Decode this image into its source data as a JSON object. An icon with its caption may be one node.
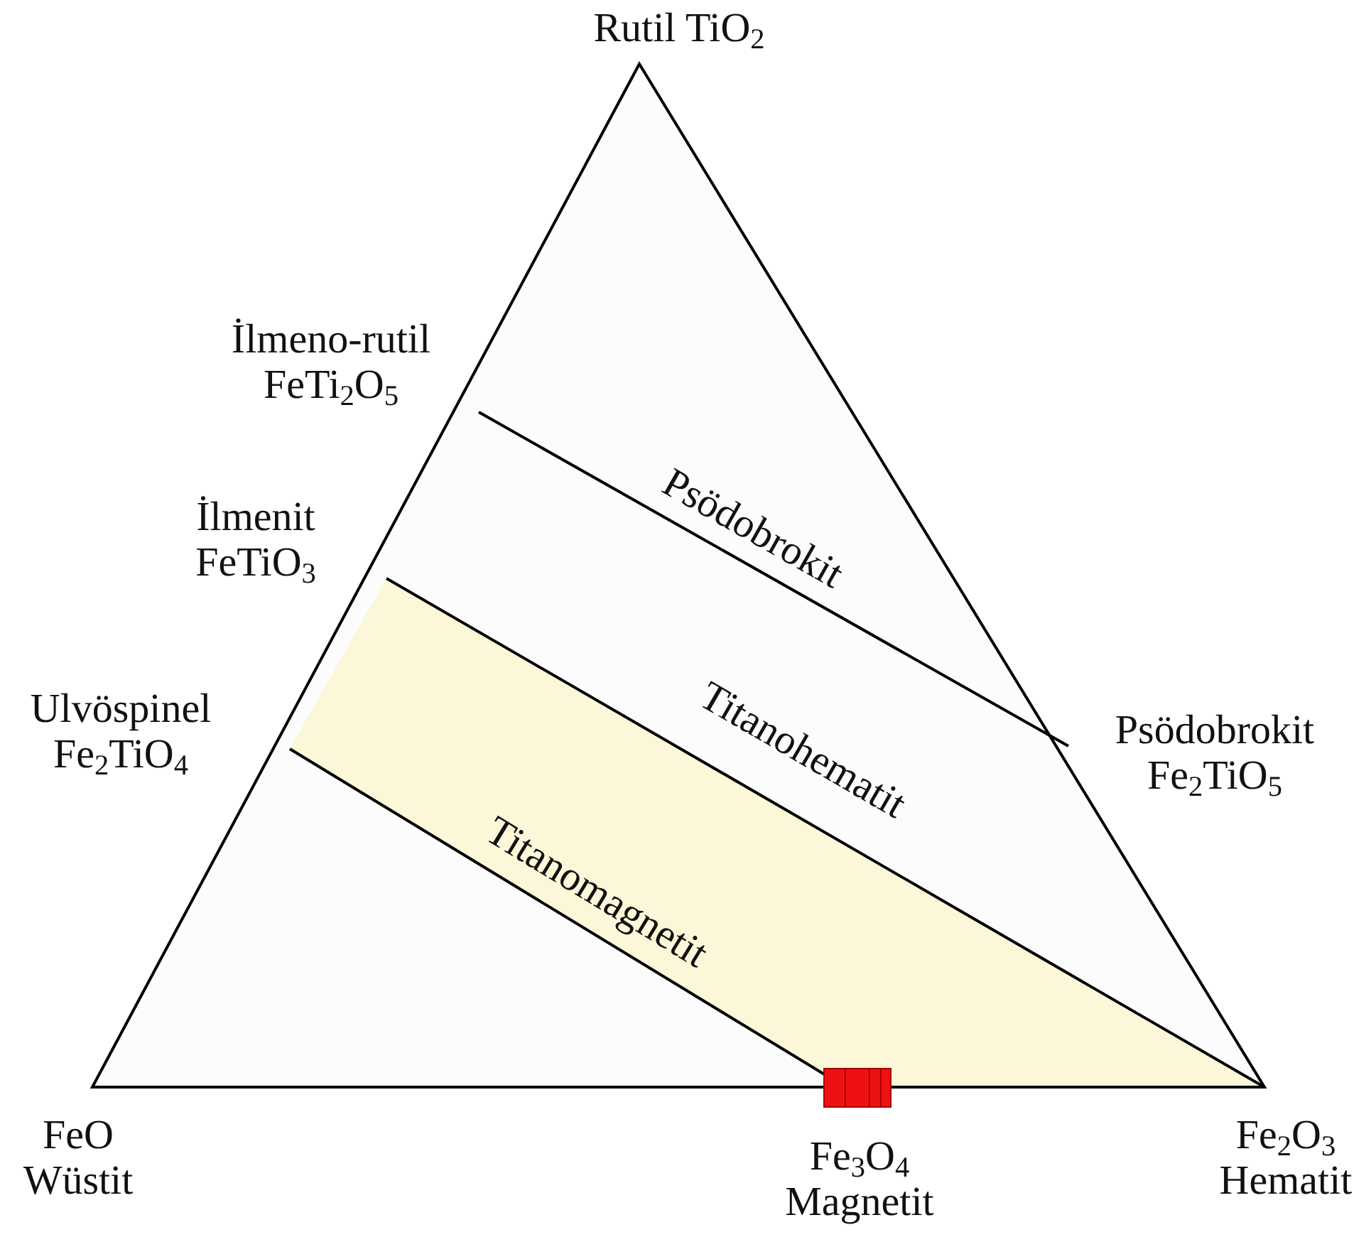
{
  "diagram": {
    "labels": [
      "Rutil TiO$_{2}$",
      "İlmeno-rutil FeTi$_{2}$O$_{5}$",
      "Psödobrokit",
      "İlmenit FeTiO$_{3}$",
      "Ulvöspinel Fe$_{2}$TiO$_{4}$",
      "Titanohematit",
      "Psödobrokit Fe$_{2}$TiO$_{5}$",
      "Titanomagnetit",
      "FeO Wüstit",
      "Fe$_{3}$O$_{4}$ Magnetit",
      "Fe$_{2}$O$_{3}$ Hematit"
    ]
  }
}
